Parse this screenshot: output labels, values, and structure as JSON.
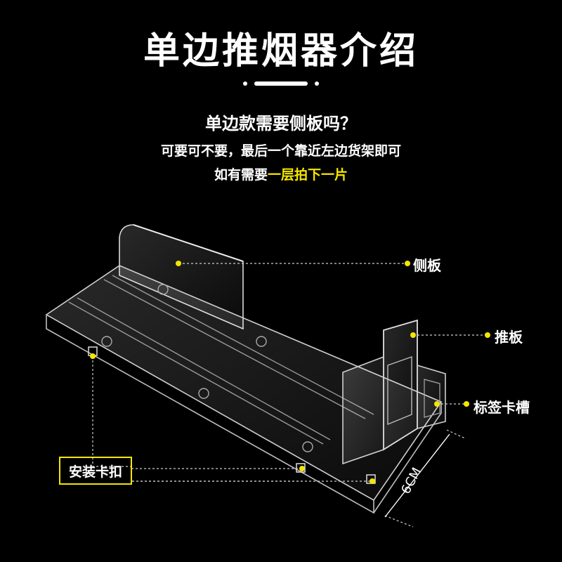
{
  "title": "单边推烟器介绍",
  "question": "单边款需要侧板吗？",
  "line1": "可要可不要，最后一个靠近左边货架即可",
  "line2_prefix": "如有需要",
  "line2_highlight": "一层拍下一片",
  "callouts": {
    "side_panel": "侧板",
    "push_plate": "推板",
    "label_slot": "标签卡槽",
    "mount_clip": "安装卡扣"
  },
  "dimension": "6CM",
  "colors": {
    "accent": "#f5e600",
    "background": "#000000",
    "text": "#ffffff"
  }
}
